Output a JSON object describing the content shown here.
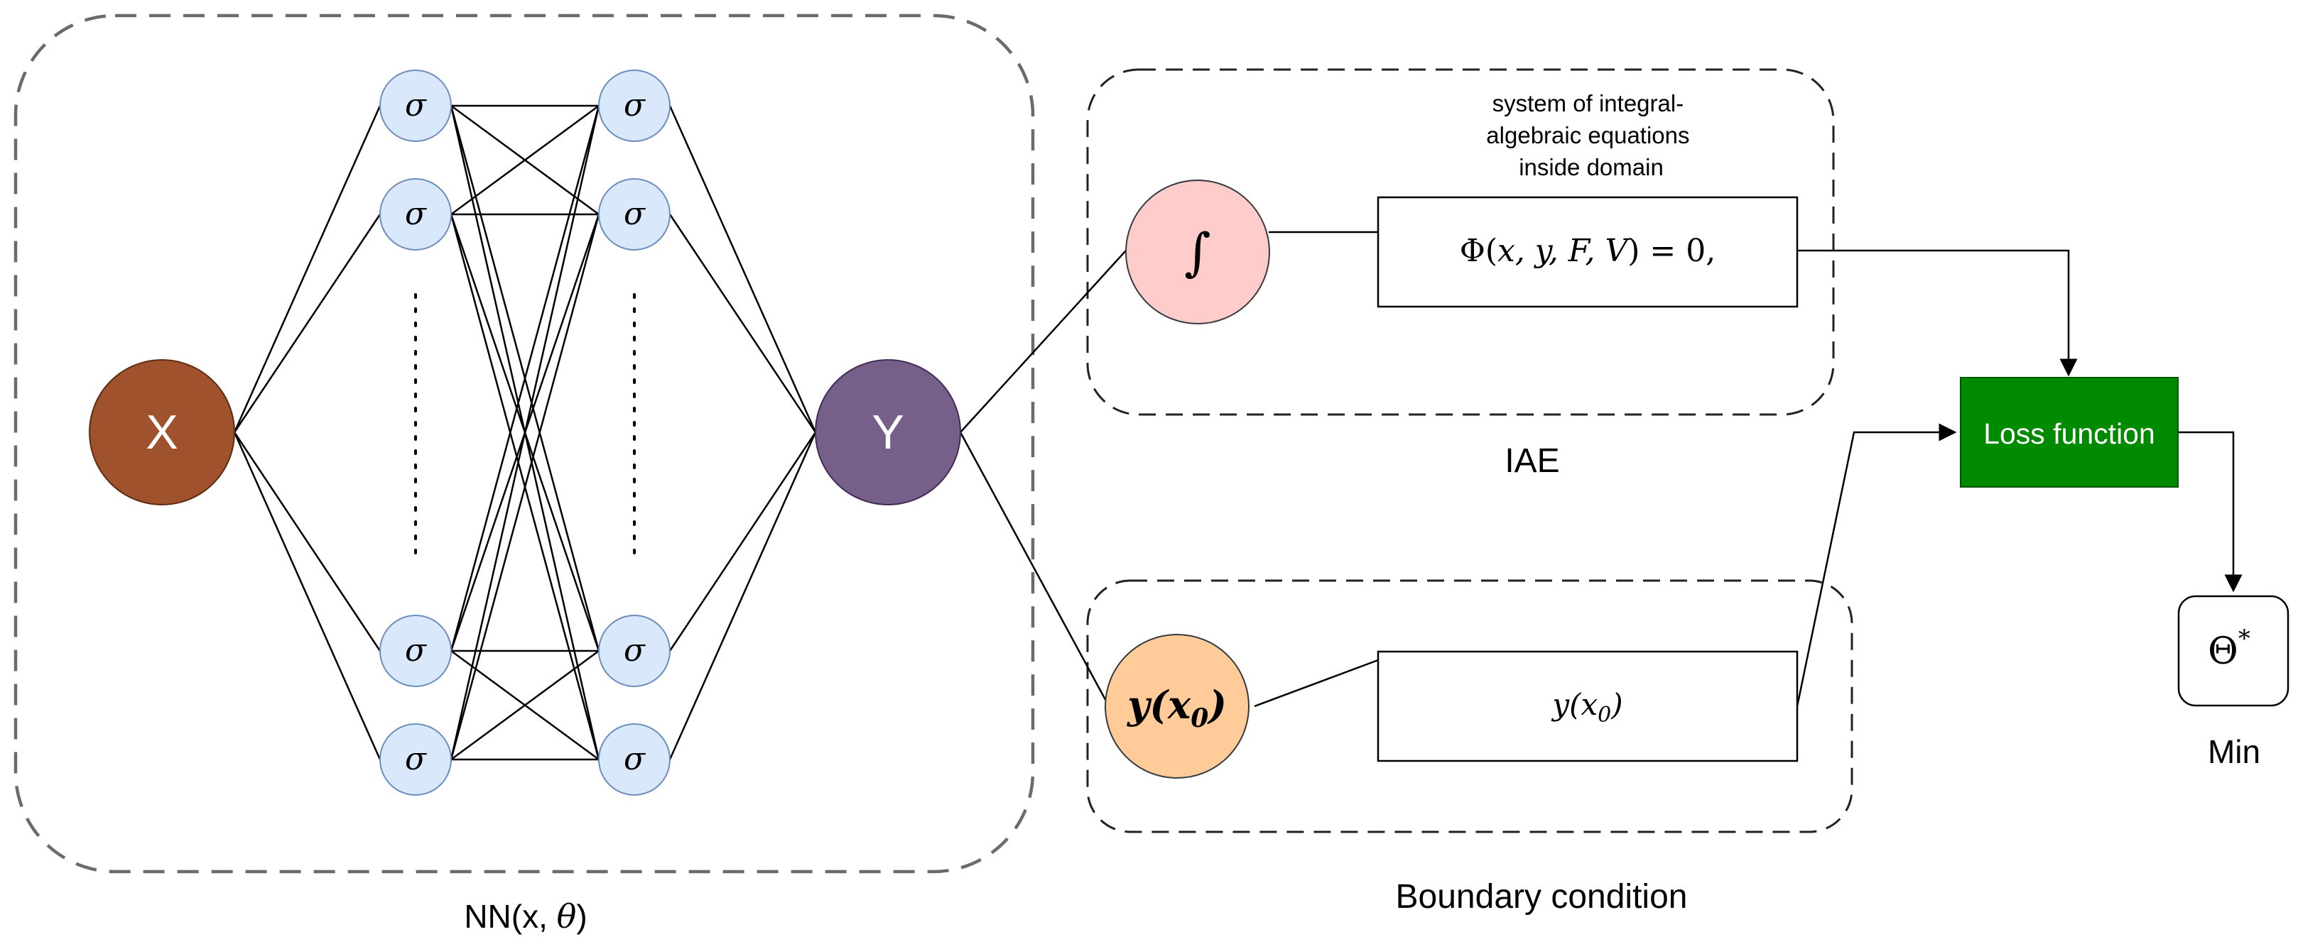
{
  "network": {
    "caption": "NN(x, ",
    "caption_symbol": "θ",
    "caption_end": ")",
    "input_label": "X",
    "output_label": "Y",
    "neuron_label": "σ"
  },
  "iae": {
    "caption": "IAE",
    "description": [
      "system of integral-",
      "algebraic equations",
      "inside domain"
    ],
    "integral_symbol": "∫",
    "equation": {
      "pre": "Φ(",
      "args": "x, y, F, V",
      "post": ") = 0,"
    }
  },
  "boundary": {
    "caption": "Boundary condition",
    "node_label": {
      "main": "y(x",
      "sub": "0",
      "end": ")"
    },
    "box_label": {
      "main": "y(x",
      "sub": "0",
      "end": ")"
    }
  },
  "loss": {
    "label": "Loss function"
  },
  "result": {
    "symbol": "Θ",
    "sup": "*",
    "caption": "Min"
  },
  "colors": {
    "input_node": "#a0522d",
    "output_node": "#76608a",
    "neuron_fill": "#dae8fc",
    "neuron_stroke": "#6c8ebf",
    "integral_node": "#ffcccc",
    "boundary_node": "#ffcc99",
    "loss_fill": "#008a00",
    "dashed_border": "#6b6b6b"
  }
}
